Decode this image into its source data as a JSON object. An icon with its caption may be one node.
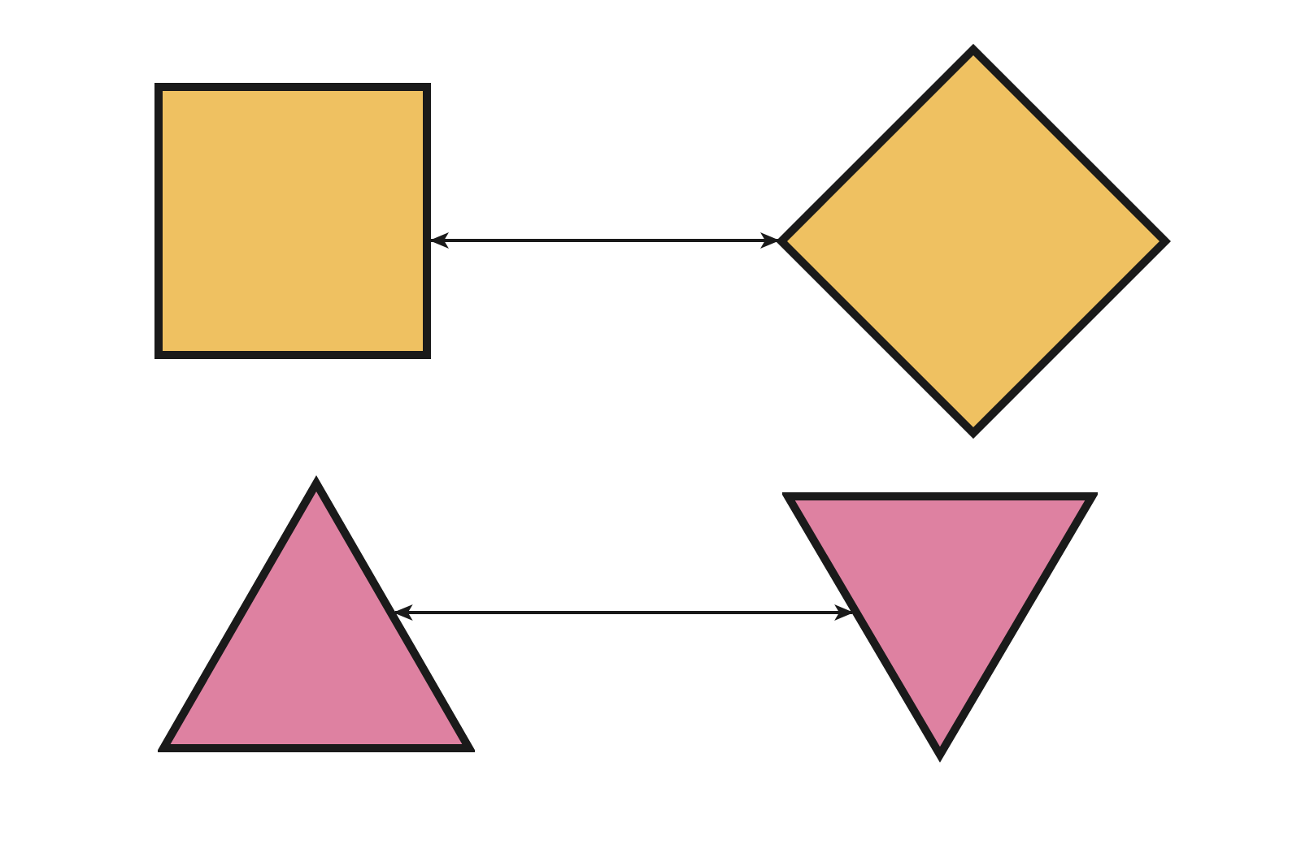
{
  "diagram": {
    "nodes": [
      {
        "text": [],
        "shape": "box"
      },
      {
        "text": [],
        "shape": "diamond"
      },
      {
        "text": [],
        "shape": "triangle"
      },
      {
        "text": [],
        "shape": "inverted-triangle"
      }
    ],
    "edges": [
      {
        "from": 0,
        "to": 1,
        "arrow": "both"
      },
      {
        "from": 2,
        "to": 3,
        "arrow": "both"
      }
    ]
  }
}
